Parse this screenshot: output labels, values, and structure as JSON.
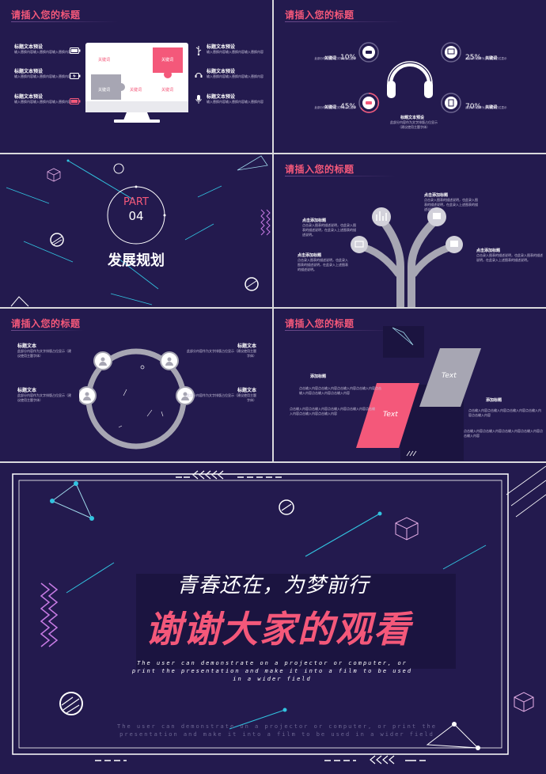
{
  "colors": {
    "background": "#231a4e",
    "accent": "#f4587a",
    "grey": "#a7a6b3",
    "cyan": "#32c3e0"
  },
  "slide1": {
    "title": "请插入您的标题",
    "left_items": [
      {
        "heading": "标题文本预设",
        "body": "输入替换内容输入替换内容输入替换内容",
        "icon": "battery-full-icon"
      },
      {
        "heading": "标题文本预设",
        "body": "输入替换内容输入替换内容输入替换内容",
        "icon": "battery-charging-icon"
      },
      {
        "heading": "标题文本预设",
        "body": "输入替换内容输入替换内容输入替换内容",
        "icon": "battery-low-icon"
      }
    ],
    "right_items": [
      {
        "heading": "标题文本预设",
        "body": "输入替换内容输入替换内容输入替换内容",
        "icon": "usb-icon"
      },
      {
        "heading": "标题文本预设",
        "body": "输入替换内容输入替换内容输入替换内容",
        "icon": "headset-icon"
      },
      {
        "heading": "标题文本预设",
        "body": "输入替换内容输入替换内容输入替换内容",
        "icon": "microphone-icon"
      }
    ],
    "puzzle": [
      "关键词",
      "关键词",
      "关键词",
      "关键词"
    ]
  },
  "slide2": {
    "title": "请插入您的标题",
    "stats": [
      {
        "label": "关键词",
        "value": "10%",
        "body": "此部分内容作为文字排版占位显示",
        "icon": "car-icon"
      },
      {
        "label": "关键词",
        "value": "25%",
        "body": "此部分内容作为文字排版占位显示",
        "icon": "monitor-icon"
      },
      {
        "label": "关键词",
        "value": "45%",
        "body": "此部分内容作为文字排版占位显示",
        "icon": "car-icon"
      },
      {
        "label": "关键词",
        "value": "70%",
        "body": "此部分内容作为文字排版占位显示",
        "icon": "clipboard-icon"
      }
    ],
    "center_heading": "标题文本预设",
    "center_body_1": "此部分内容作为文字排版占位显示",
    "center_body_2": "（建议使用主题字体）"
  },
  "slide3": {
    "part_label": "PART",
    "part_number": "04",
    "section_title": "发展规划"
  },
  "slide4": {
    "title": "请插入您的标题",
    "items": [
      {
        "heading": "点击添加标题",
        "body": "点击录入图表的描述说明，也此录入图表的描述说明，在此录入上述图表的描述说明。"
      },
      {
        "heading": "点击添加标题",
        "body": "点击录入图表的描述说明，也此录入图表的描述说明，在此录入上述图表的描述说明。"
      },
      {
        "heading": "点击添加标题",
        "body": "点击录入图表的描述说明，也此录入图表的描述说明，在此录入上述图表的描述说明。"
      },
      {
        "heading": "点击添加标题",
        "body": "点击录入图表的描述说明，也此录入图表的描述说明，在此录入上述图表的描述说明。"
      }
    ]
  },
  "slide5": {
    "title": "请插入您的标题",
    "items": [
      {
        "heading": "标题文本",
        "body": "此部分内容作为文字排版占位显示（建议使用主题字体）"
      },
      {
        "heading": "标题文本",
        "body": "此部分内容作为文字排版占位显示（建议使用主题字体）"
      },
      {
        "heading": "标题文本",
        "body": "此部分内容作为文字排版占位显示（建议使用主题字体）"
      },
      {
        "heading": "标题文本",
        "body": "此部分内容作为文字排版占位显示（建议使用主题字体）"
      }
    ]
  },
  "slide6": {
    "title": "请插入您的标题",
    "text_a": "Text",
    "text_b": "Text",
    "heading_left": "添加标题",
    "heading_right": "添加标题",
    "body_left_1": "点击输入内容点击输入内容点击输入内容点击输入内容点击输入内容点击输入内容点击输入内容",
    "body_left_2": "点击输入内容点击输入内容点击输入内容点击输入内容点击输入内容点击输入内容点击输入内容",
    "body_right_1": "点击输入内容点击输入内容点击输入内容点击输入内容点击输入内容",
    "body_right_2": "点击输入内容点击输入内容点击输入内容点击输入内容点击输入内容"
  },
  "slide7": {
    "line1": "青春还在，为梦前行",
    "line2": "谢谢大家的观看",
    "english_1": "The user can demonstrate on a projector or computer, or print the presentation and make it into a film to be used in a wider field",
    "english_2": "The user can demonstrate on a projector or computer, or print the presentation and make it into a film to be used in a wider field"
  }
}
